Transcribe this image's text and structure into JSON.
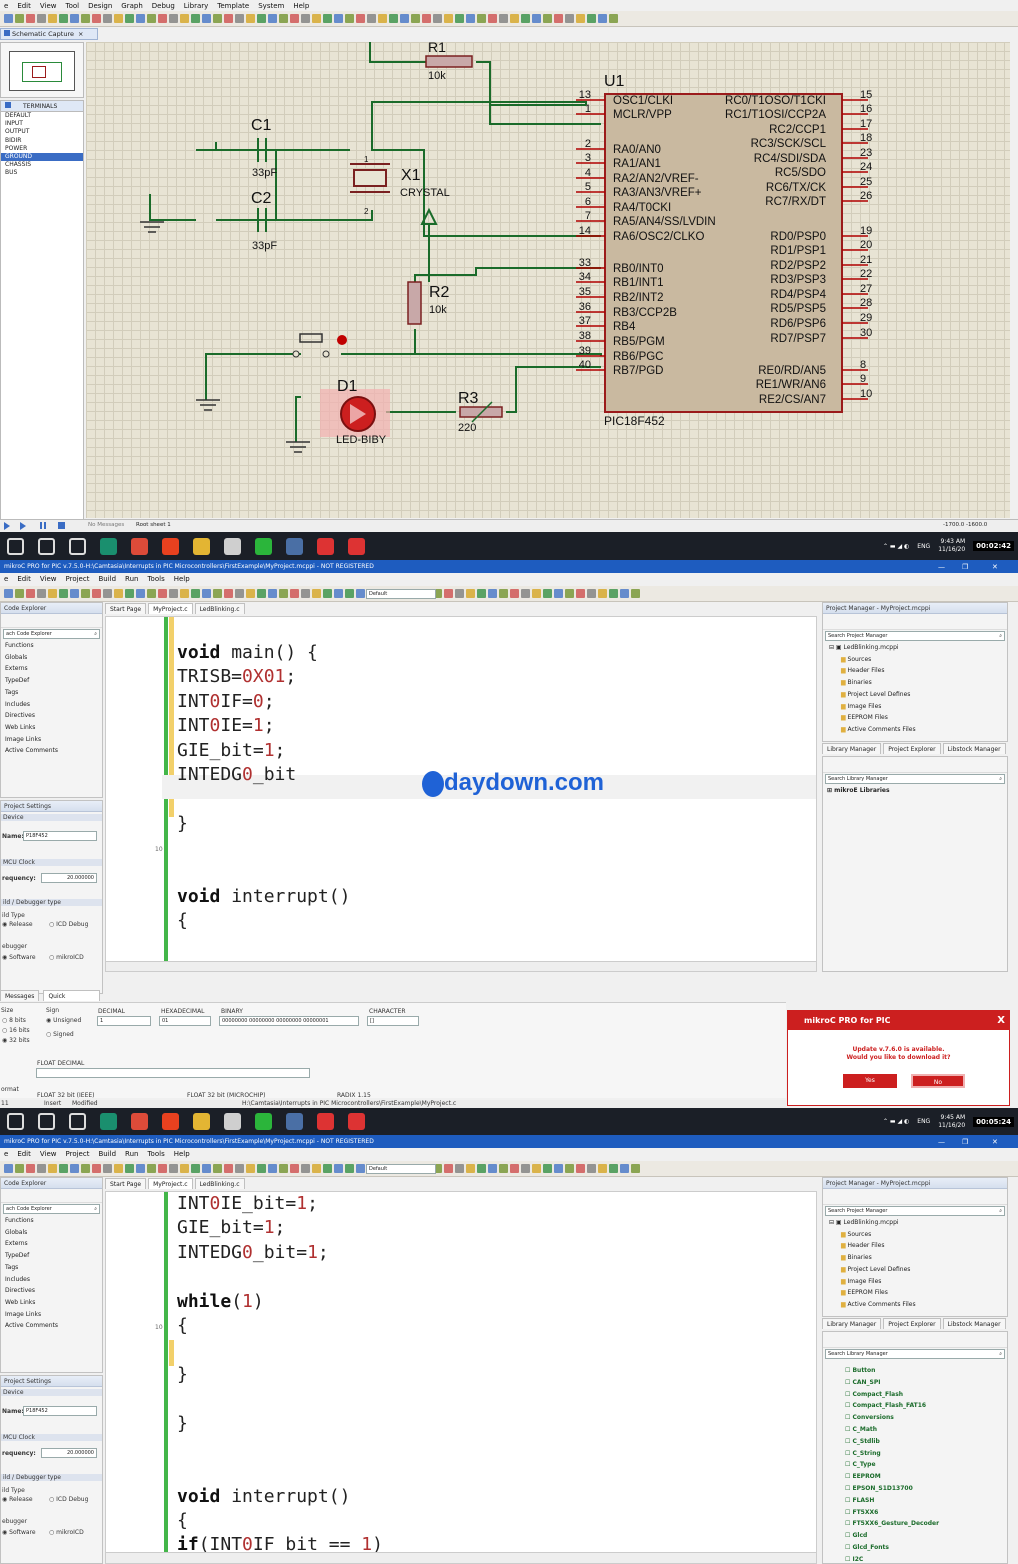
{
  "frame1": {
    "menu": [
      "e",
      "Edit",
      "View",
      "Tool",
      "Design",
      "Graph",
      "Debug",
      "Library",
      "Template",
      "System",
      "Help"
    ],
    "tab_title": "Schematic Capture",
    "terminals": {
      "header": "TERMINALS",
      "items": [
        "DEFAULT",
        "INPUT",
        "OUTPUT",
        "BIDIR",
        "POWER",
        "GROUND",
        "CHASSIS",
        "BUS"
      ],
      "selected_index": 5
    },
    "schematic": {
      "r1_label": "R1",
      "r1_value": "10k",
      "u1_label": "U1",
      "u1_part": "PIC18F452",
      "c1_label": "C1",
      "c1_value": "33pF",
      "c2_label": "C2",
      "c2_value": "33pF",
      "x1_label": "X1",
      "x1_type": "CRYSTAL",
      "r2_label": "R2",
      "r2_value": "10k",
      "d1_label": "D1",
      "d1_type": "LED-BIBY",
      "r3_label": "R3",
      "r3_value": "220",
      "left_pins": [
        {
          "num": "13",
          "name": "OSC1/CLKI"
        },
        {
          "num": "1",
          "name": "MCLR/VPP"
        },
        {
          "num": "2",
          "name": "RA0/AN0"
        },
        {
          "num": "3",
          "name": "RA1/AN1"
        },
        {
          "num": "4",
          "name": "RA2/AN2/VREF-"
        },
        {
          "num": "5",
          "name": "RA3/AN3/VREF+"
        },
        {
          "num": "6",
          "name": "RA4/T0CKI"
        },
        {
          "num": "7",
          "name": "RA5/AN4/SS/LVDIN"
        },
        {
          "num": "14",
          "name": "RA6/OSC2/CLKO"
        },
        {
          "num": "33",
          "name": "RB0/INT0"
        },
        {
          "num": "34",
          "name": "RB1/INT1"
        },
        {
          "num": "35",
          "name": "RB2/INT2"
        },
        {
          "num": "36",
          "name": "RB3/CCP2B"
        },
        {
          "num": "37",
          "name": "RB4"
        },
        {
          "num": "38",
          "name": "RB5/PGM"
        },
        {
          "num": "39",
          "name": "RB6/PGC"
        },
        {
          "num": "40",
          "name": "RB7/PGD"
        }
      ],
      "right_pins": [
        {
          "num": "15",
          "name": "RC0/T1OSO/T1CKI"
        },
        {
          "num": "16",
          "name": "RC1/T1OSI/CCP2A"
        },
        {
          "num": "17",
          "name": "RC2/CCP1"
        },
        {
          "num": "18",
          "name": "RC3/SCK/SCL"
        },
        {
          "num": "23",
          "name": "RC4/SDI/SDA"
        },
        {
          "num": "24",
          "name": "RC5/SDO"
        },
        {
          "num": "25",
          "name": "RC6/TX/CK"
        },
        {
          "num": "26",
          "name": "RC7/RX/DT"
        },
        {
          "num": "19",
          "name": "RD0/PSP0"
        },
        {
          "num": "20",
          "name": "RD1/PSP1"
        },
        {
          "num": "21",
          "name": "RD2/PSP2"
        },
        {
          "num": "22",
          "name": "RD3/PSP3"
        },
        {
          "num": "27",
          "name": "RD4/PSP4"
        },
        {
          "num": "28",
          "name": "RD5/PSP5"
        },
        {
          "num": "29",
          "name": "RD6/PSP6"
        },
        {
          "num": "30",
          "name": "RD7/PSP7"
        },
        {
          "num": "8",
          "name": "RE0/RD/AN5"
        },
        {
          "num": "9",
          "name": "RE1/WR/AN6"
        },
        {
          "num": "10",
          "name": "RE2/CS/AN7"
        }
      ]
    },
    "status": {
      "messages": "No Messages",
      "sheet": "Root sheet 1",
      "coords": "-1700.0  -1600.0"
    },
    "taskbar": {
      "time": "9:43 AM",
      "date": "11/16/20",
      "lang": "ENG",
      "timestamp": "00:02:42"
    }
  },
  "frame2": {
    "title": "mikroC PRO for PIC v.7.5.0-H:\\Camtasia\\Interrupts in PIC Microcontrollers\\FirstExample\\MyProject.mcppi - NOT REGISTERED",
    "menu": [
      "e",
      "Edit",
      "View",
      "Project",
      "Build",
      "Run",
      "Tools",
      "Help"
    ],
    "config": "Default",
    "tabs": [
      "Start Page",
      "MyProject.c",
      "LedBlinking.c"
    ],
    "code_explorer": {
      "header": "Code Explorer",
      "search": "ach Code Explorer",
      "items": [
        "Functions",
        "Globals",
        "Externs",
        "TypeDef",
        "Tags",
        "Includes",
        "Directives",
        "Web Links",
        "Image Links",
        "Active Comments"
      ]
    },
    "project_settings": {
      "header": "Project Settings",
      "device": "Device",
      "name_label": "Name:",
      "name_value": "P18F452",
      "clock": "MCU Clock",
      "freq_label": "requency:",
      "freq_value": "20.000000",
      "debugger_type": "ild / Debugger type",
      "build_type": "ild Type",
      "release": "Release",
      "icd_debug": "ICD Debug",
      "debugger": "ebugger",
      "software": "Software",
      "mikroicd": "mikroICD"
    },
    "code_lines": [
      "void main() {",
      "TRISB=0X01;",
      "INT0IF=0;",
      "INT0IE=1;",
      "GIE_bit=1;",
      "INTEDG0_bit",
      "",
      "}",
      "",
      "",
      "void interrupt()",
      "{",
      "",
      "}"
    ],
    "line_numbers": [
      "10"
    ],
    "watermark": "daydown.com",
    "project_manager": {
      "header": "Project Manager - MyProject.mcppi",
      "search": "Search Project Manager",
      "root": "LedBlinking.mcppi",
      "items": [
        "Sources",
        "Header Files",
        "Binaries",
        "Project Level Defines",
        "Image Files",
        "EEPROM Files",
        "Active Comments Files"
      ]
    },
    "bottom_tabs": [
      "Library Manager",
      "Project Explorer",
      "Libstock Manager"
    ],
    "library_manager": {
      "search": "Search Library Manager",
      "root": "mikroE Libraries"
    },
    "messages": {
      "tab1": "Messages",
      "tab2": "Quick Converter"
    },
    "converter": {
      "size_label": "Size",
      "sign_label": "Sign",
      "sizes": [
        "8 bits",
        "16 bits",
        "32 bits"
      ],
      "signs": [
        "Unsigned",
        "Signed"
      ],
      "decimal": "DECIMAL",
      "decimal_value": "1",
      "hex": "HEXADECIMAL",
      "hex_value": "01",
      "binary": "BINARY",
      "binary_value": "00000000 00000000 00000000 00000001",
      "character": "CHARACTER",
      "char_value": "[]",
      "float_decimal": "FLOAT DECIMAL",
      "float_ieee": "FLOAT 32 bit (IEEE)",
      "float_mchp": "FLOAT 32 bit (MICROCHIP)",
      "radix": "RADIX 1.15",
      "format": "ormat"
    },
    "dialog": {
      "title": "mikroC PRO for PIC",
      "message": "Update v.7.6.0 is available.\nWould you like to download it?",
      "yes": "Yes",
      "no": "No"
    },
    "status": {
      "pos": "11",
      "mode": "Insert",
      "state": "Modified",
      "path": "H:\\Camtasia\\Interrupts in PIC Microcontrollers\\FirstExample\\MyProject.c"
    },
    "taskbar": {
      "time": "9:45 AM",
      "date": "11/16/20",
      "lang": "ENG",
      "timestamp": "00:05:24"
    }
  },
  "frame3": {
    "title": "mikroC PRO for PIC v.7.5.0-H:\\Camtasia\\Interrupts in PIC Microcontrollers\\FirstExample\\MyProject.mcppi - NOT REGISTERED",
    "code_lines": [
      "INT0IE_bit=1;",
      "GIE_bit=1;",
      "INTEDG0_bit=1;",
      "",
      "while(1)",
      "{",
      "",
      "}",
      "",
      "}",
      "",
      "",
      "void interrupt()",
      "{",
      "if(INT0IF_bit == 1)"
    ],
    "libraries": [
      "Button",
      "CAN_SPI",
      "Compact_Flash",
      "Compact_Flash_FAT16",
      "Conversions",
      "C_Math",
      "C_Stdlib",
      "C_String",
      "C_Type",
      "EEPROM",
      "EPSON_S1D13700",
      "FLASH",
      "FT5XX6",
      "FT5XX6_Gesture_Decoder",
      "Glcd",
      "Glcd_Fonts",
      "I2C"
    ],
    "line_numbers": [
      "10"
    ]
  },
  "colors": {
    "schematic_bg": "#e8e4d4",
    "wire": "#1a6b2a",
    "chip_border": "#9b1b1b",
    "pin_red": "#b00000",
    "titlebar_blue": "#1e5cbf",
    "taskbar": "#1b1f27",
    "editor_gutter_green": "#43b649",
    "dialog_red": "#cc1f1f"
  }
}
